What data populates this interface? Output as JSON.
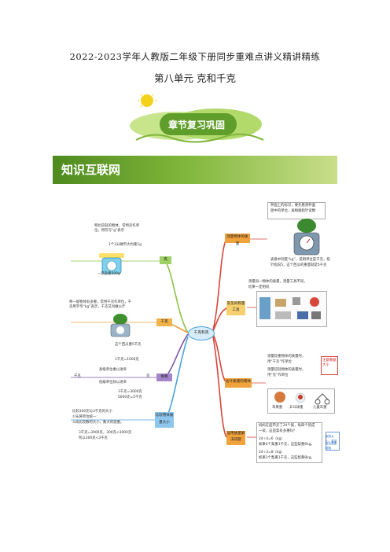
{
  "header": {
    "title": "2022-2023学年人教版二年级下册同步重难点讲义精讲精练",
    "subtitle": "第八单元 克和千克"
  },
  "banner": {
    "label": "章节复习巩固"
  },
  "section": {
    "title": "知识互联网"
  },
  "mindmap": {
    "center": "千克和克",
    "nodes": {
      "gram": "克",
      "kilogram": "千克",
      "conversion": "换算",
      "compare": "比较物体质量大小",
      "measure_tools": "测量物体的质量",
      "common_tools": "常见的称量工具",
      "estimate": "估计质量的物体",
      "solve": "运用质量解决问题"
    },
    "gram_notes": [
      "称比较轻的物体，常用克作单",
      "位，用符号“g”表示",
      "1个2分硬币大约重1g",
      "一袋盐重500g"
    ],
    "kg_notes": [
      "称一般物体有多重，常用千克作单位，千",
      "克用字母“kg”表示，千克又叫做公斤",
      "这个西瓜重5千克"
    ],
    "conversion_notes": [
      "1千克=1000克",
      "千克",
      "克",
      "高级单位乘以进率",
      "低级单位除以进率",
      "3千克=3000克",
      "5000克=5千克"
    ],
    "compare_notes": [
      "比较300克与3千克的大小",
      "①先将单位统一：",
      "②再比较数的大小，数大的就重。",
      "3千克=3000克，300克<3000克",
      "所以300克<3千克"
    ],
    "measure_notes": [
      "秤面上的标识，要先看清秤面",
      "盘中的单位，再根据指针读数",
      "表盘中刻度“kg”，说明单位是千克，指",
      "针指向5，这个西瓜的重量就是5千克"
    ],
    "tools_notes": [
      "测量同一物体的质量，测量工具不同，",
      "结果一定相同"
    ],
    "estimate_notes": [
      "测量较重物体的质量时，",
      "用“千克”作单位",
      "测量较轻物体的质量时，",
      "用“克”作单位",
      "注意数据大小",
      "苹果重",
      "乒乓球重",
      "儿童车重"
    ],
    "solve_notes": [
      "妈妈在超市买了24个梨，每四个装成",
      "一袋，这些梨有多重吗？",
      "24÷4=6（kg）",
      "如果4个梨重1千克，这些梨重6kg。",
      "24÷3=8（kg）",
      "如果3个梨重1千克，这些梨重8kg。",
      "梨的大小、重量",
      "越大越重越轻"
    ]
  },
  "colors": {
    "green": "#7fb53a",
    "orange": "#e8a13c",
    "red": "#d9463b",
    "blue": "#4aa3dc",
    "purple": "#7d5aa6"
  }
}
